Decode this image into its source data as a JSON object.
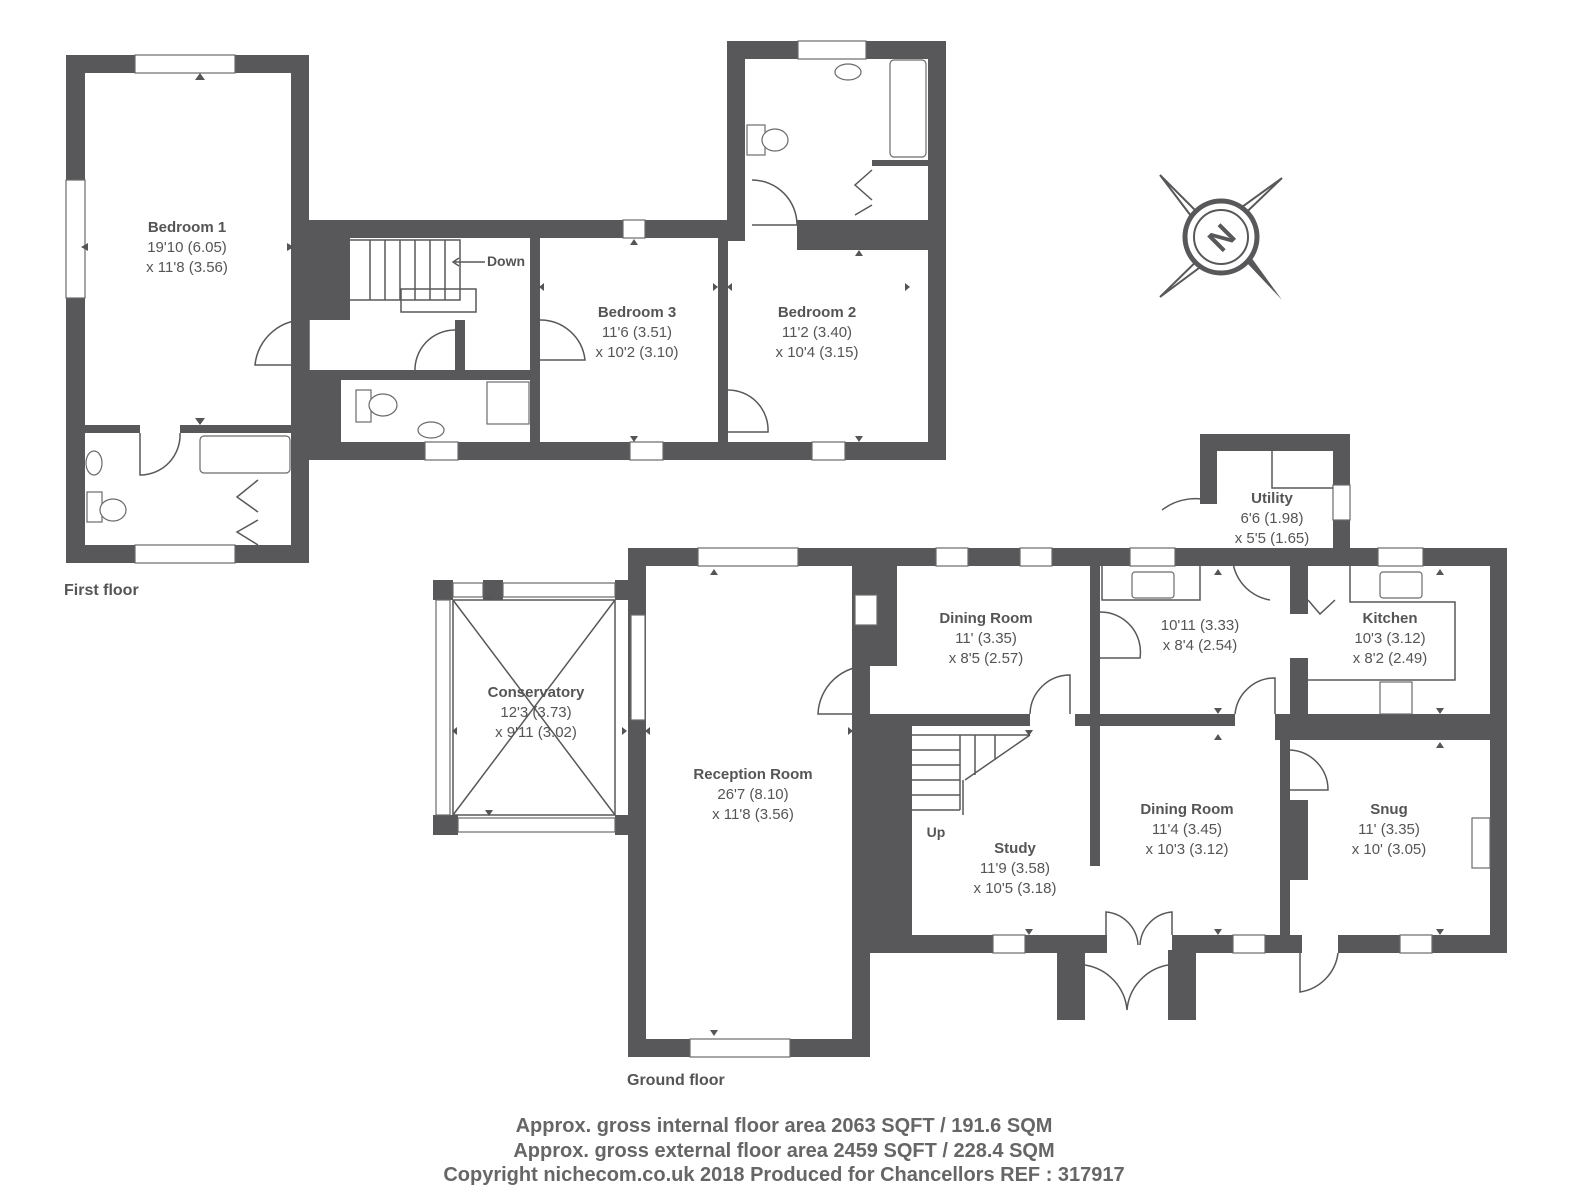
{
  "first_floor": {
    "label": "First floor",
    "stairs_label": "Down",
    "rooms": [
      {
        "name": "Bedroom 1",
        "dim1": "19'10 (6.05)",
        "dim2": "x 11'8 (3.56)"
      },
      {
        "name": "Bedroom 3",
        "dim1": "11'6 (3.51)",
        "dim2": "x 10'2 (3.10)"
      },
      {
        "name": "Bedroom 2",
        "dim1": "11'2 (3.40)",
        "dim2": "x 10'4 (3.15)"
      }
    ]
  },
  "ground_floor": {
    "label": "Ground floor",
    "stairs_label": "Up",
    "rooms": [
      {
        "name": "Conservatory",
        "dim1": "12'3 (3.73)",
        "dim2": "x 9'11 (3.02)"
      },
      {
        "name": "Reception Room",
        "dim1": "26'7 (8.10)",
        "dim2": "x 11'8 (3.56)"
      },
      {
        "name": "Dining Room",
        "dim1": "11' (3.35)",
        "dim2": "x 8'5 (2.57)"
      },
      {
        "name": "",
        "dim1": "10'11 (3.33)",
        "dim2": "x 8'4 (2.54)"
      },
      {
        "name": "Kitchen",
        "dim1": "10'3 (3.12)",
        "dim2": "x 8'2 (2.49)"
      },
      {
        "name": "Utility",
        "dim1": "6'6 (1.98)",
        "dim2": "x 5'5 (1.65)"
      },
      {
        "name": "Study",
        "dim1": "11'9 (3.58)",
        "dim2": "x 10'5 (3.18)"
      },
      {
        "name": "Dining Room",
        "dim1": "11'4 (3.45)",
        "dim2": "x 10'3 (3.12)"
      },
      {
        "name": "Snug",
        "dim1": "11' (3.35)",
        "dim2": "x 10' (3.05)"
      }
    ]
  },
  "compass": {
    "letter": "N"
  },
  "footer": {
    "line1": "Approx. gross internal floor area 2063 SQFT / 191.6 SQM",
    "line2": "Approx. gross external floor area 2459 SQFT / 228.4 SQM",
    "line3": "Copyright nichecom.co.uk 2018 Produced for Chancellors REF : 317917"
  }
}
